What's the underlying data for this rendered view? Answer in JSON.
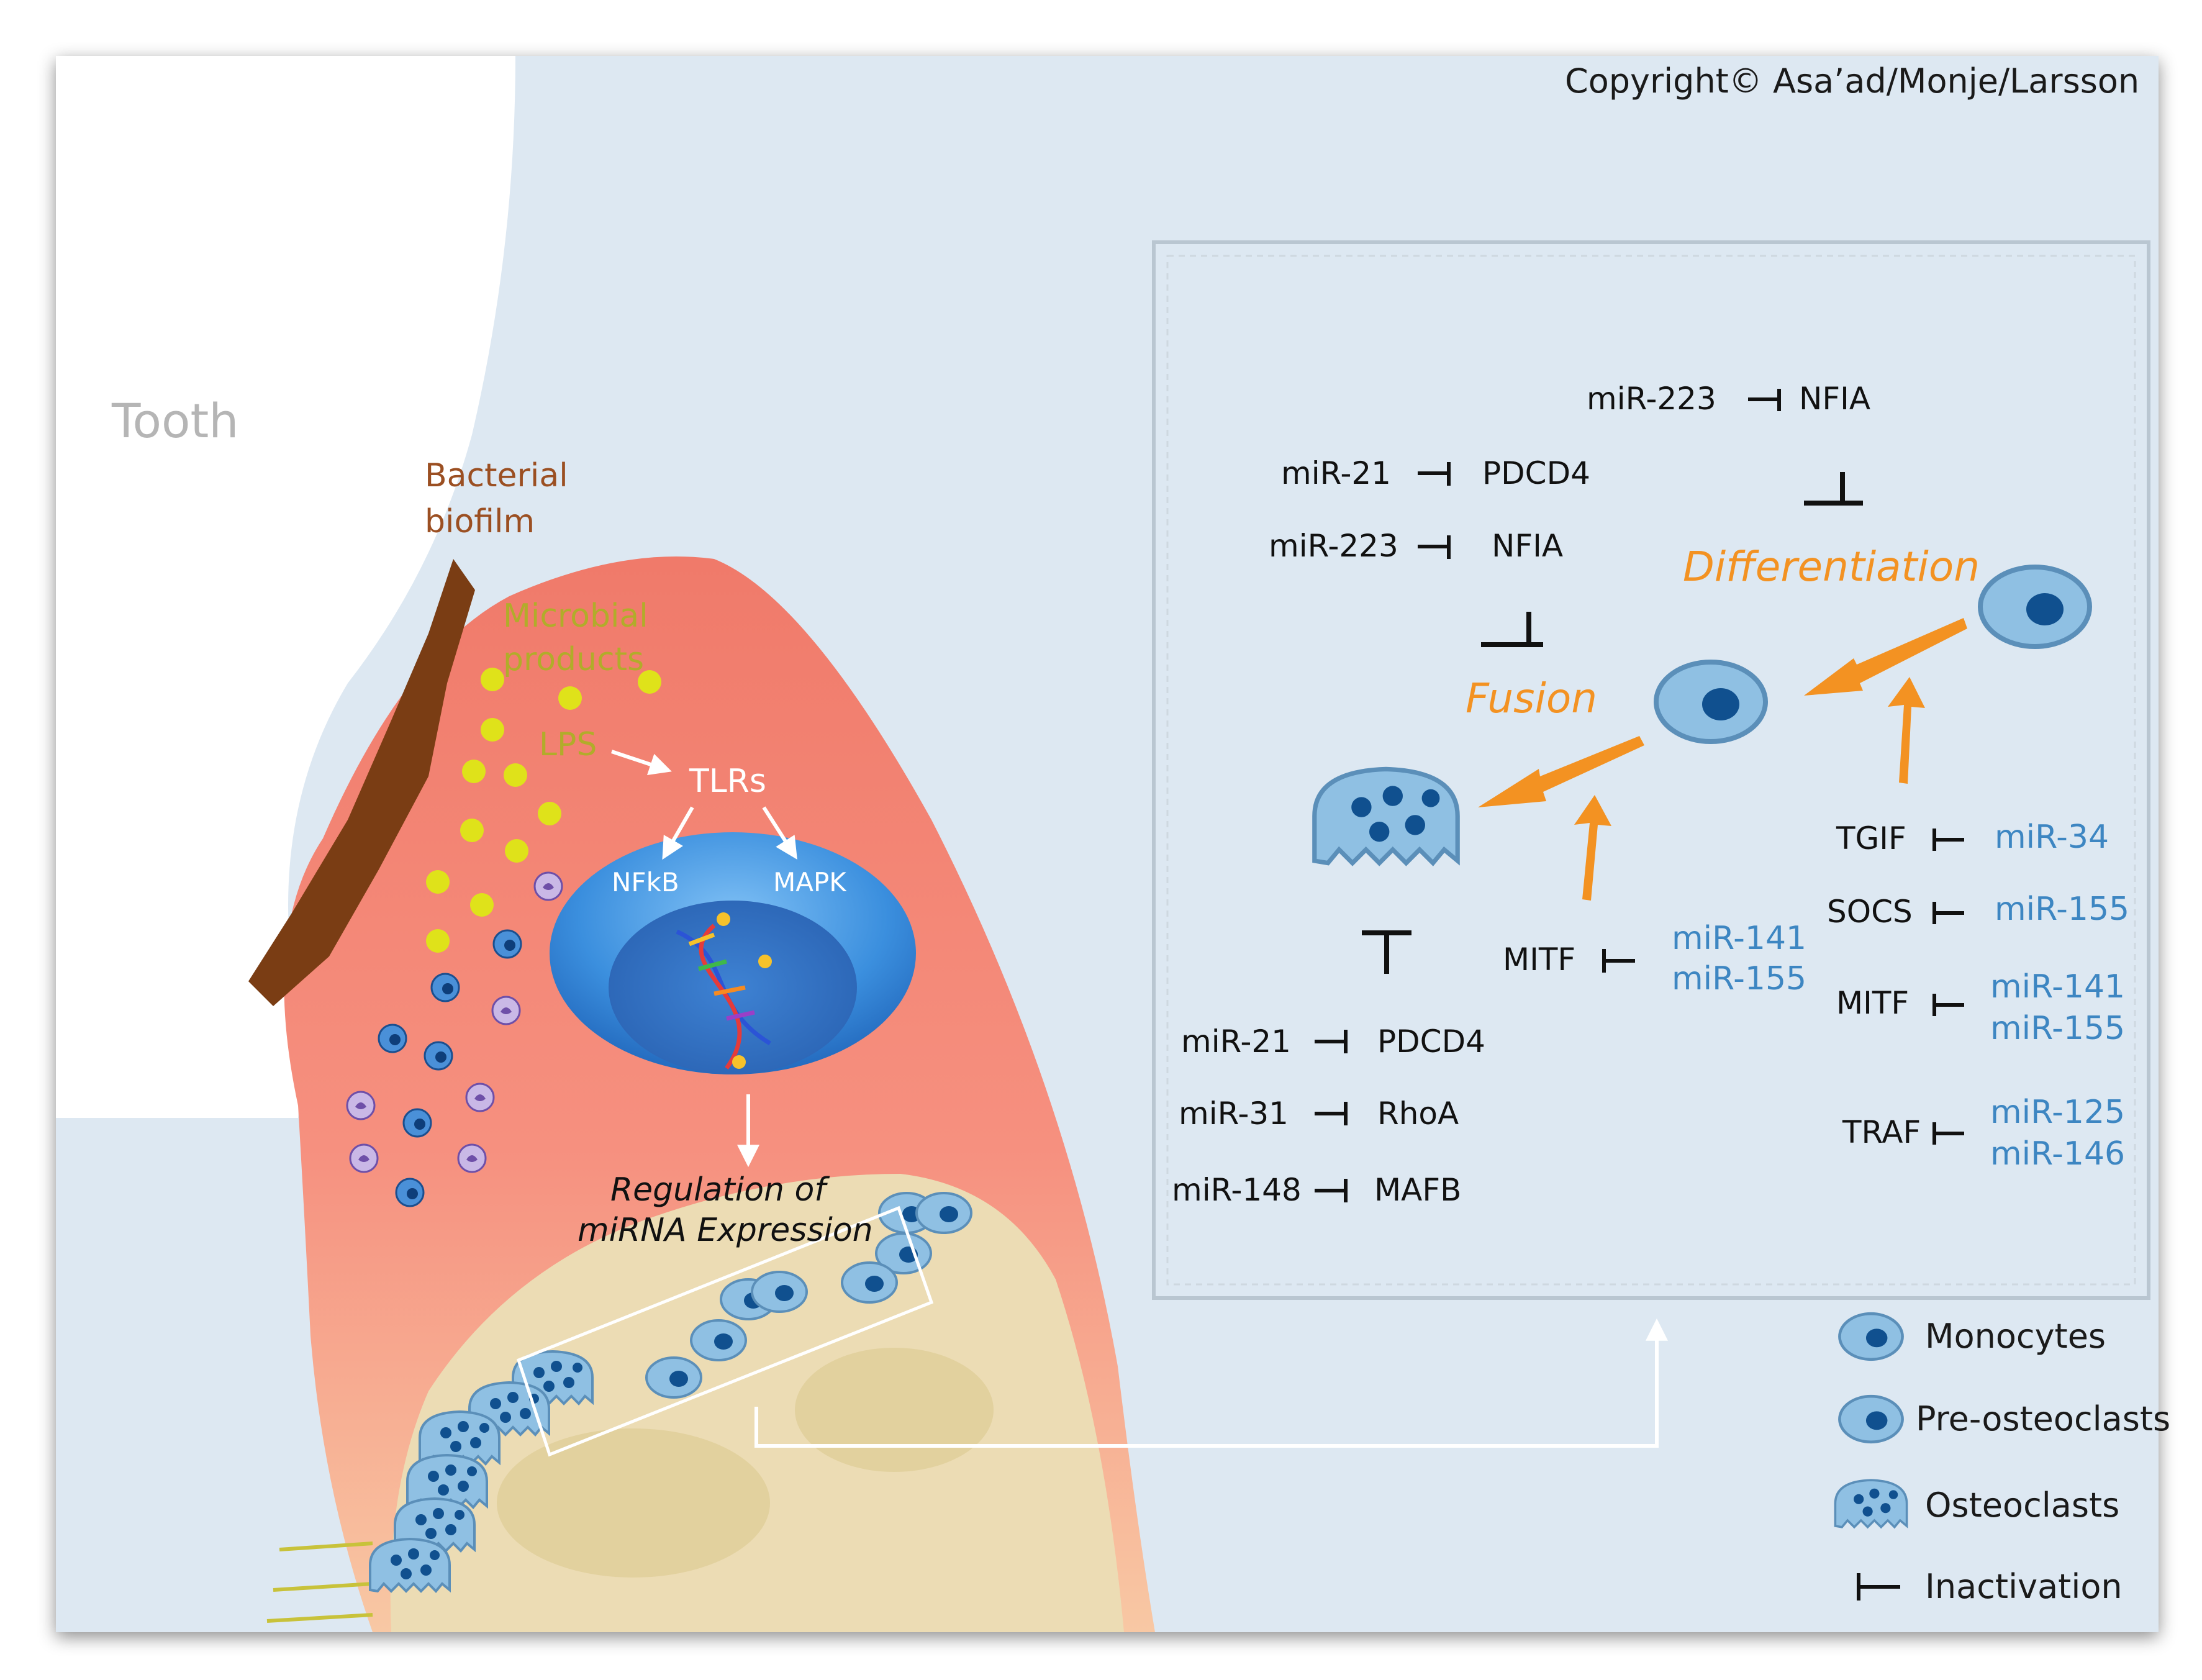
{
  "copyright": "Copyright© Asa’ad/Monje/Larsson",
  "left_panel": {
    "tooth": "Tooth",
    "bacterial_biofilm": [
      "Bacterial",
      "biofilm"
    ],
    "microbial_products": [
      "Microbial",
      "products"
    ],
    "lps": "LPS",
    "tlrs": "TLRs",
    "nfkb": "NFkB",
    "mapk": "MAPK",
    "regulation": [
      "Regulation of",
      "miRNA Expression"
    ]
  },
  "inset": {
    "process_labels": {
      "differentiation": "Differentiation",
      "fusion": "Fusion"
    },
    "top_right": {
      "mir": "miR-223",
      "target": "NFIA"
    },
    "fusion_block": [
      {
        "mir": "miR-21",
        "target": "PDCD4"
      },
      {
        "mir": "miR-223",
        "target": "NFIA"
      }
    ],
    "bottom_left": [
      {
        "mir": "miR-21",
        "target": "PDCD4"
      },
      {
        "mir": "miR-31",
        "target": "RhoA"
      },
      {
        "mir": "miR-148",
        "target": "MAFB"
      }
    ],
    "middle": {
      "target": "MITF",
      "mirs": [
        "miR-141",
        "miR-155"
      ]
    },
    "right_column": [
      {
        "target": "TGIF",
        "mirs": [
          "miR-34"
        ]
      },
      {
        "target": "SOCS",
        "mirs": [
          "miR-155"
        ]
      },
      {
        "target": "MITF",
        "mirs": [
          "miR-141",
          "miR-155"
        ]
      },
      {
        "target": "TRAF",
        "mirs": [
          "miR-125",
          "miR-146"
        ]
      }
    ]
  },
  "legend": {
    "monocytes": "Monocytes",
    "preosteoclasts": "Pre-osteoclasts",
    "osteoclasts": "Osteoclasts",
    "inactivation": "Inactivation"
  },
  "colors": {
    "background_blue": "#dde8f2",
    "gingiva": "#f6887a",
    "bone": "#ecdcb4",
    "biofilm": "#7a3d14",
    "nucleus": "#3f8fde",
    "microbial_dots": "#dfe21a",
    "accent_orange": "#f39222",
    "mir_blue": "#3d86c2",
    "cell_fill": "#8fc0e3",
    "cell_nucleus": "#10508f"
  },
  "icons": [
    "monocyte-icon",
    "preosteoclast-icon",
    "osteoclast-icon",
    "inactivation-icon",
    "dna-helix-icon"
  ]
}
